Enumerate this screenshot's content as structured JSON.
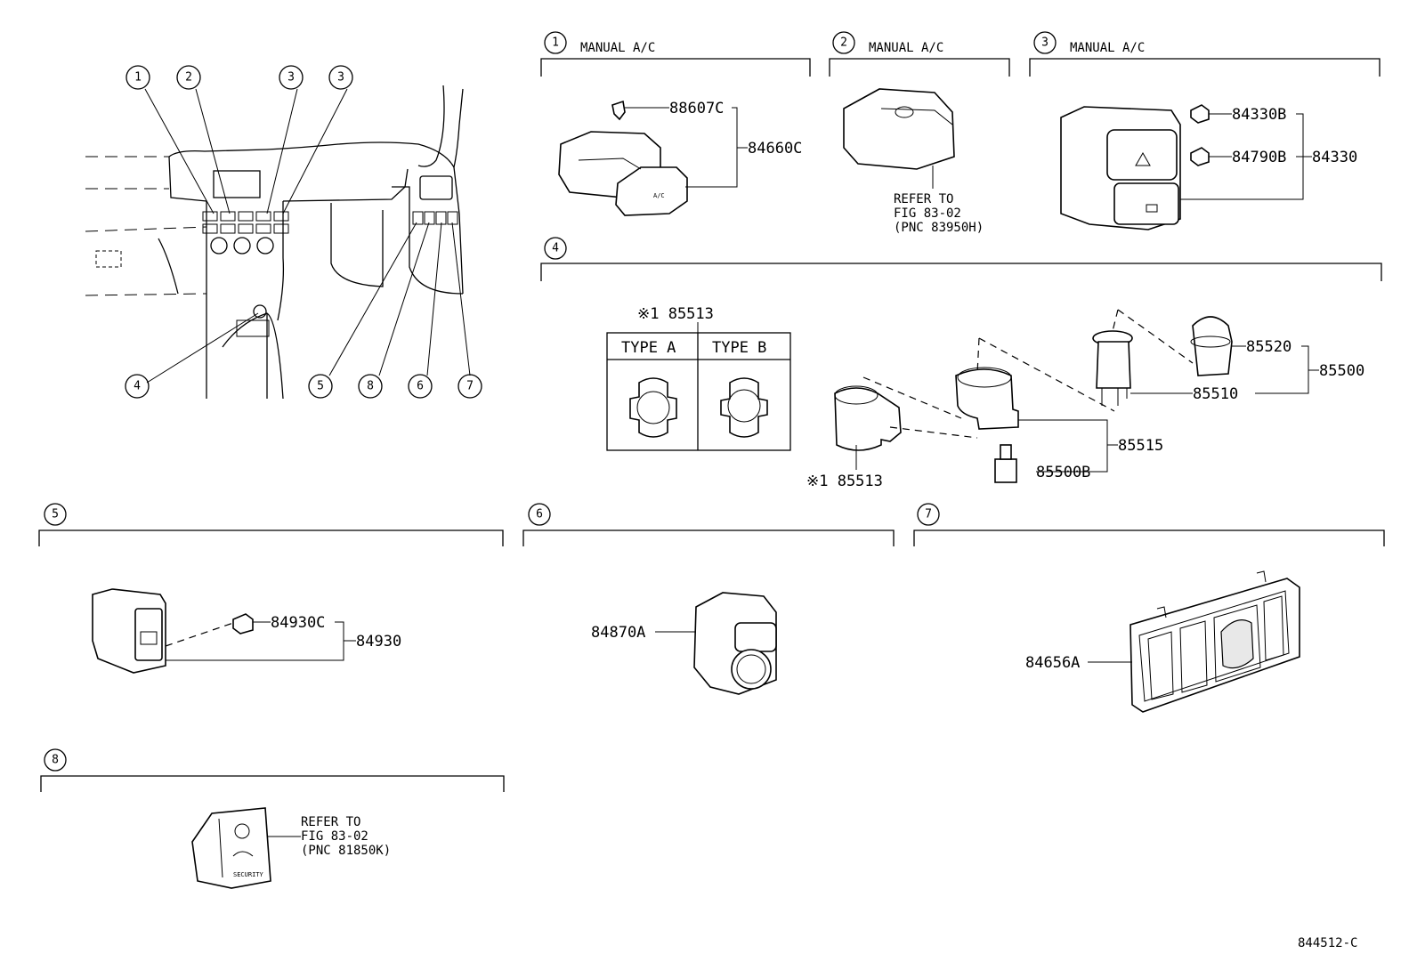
{
  "sections": [
    {
      "num": "1",
      "title": "MANUAL A/C"
    },
    {
      "num": "2",
      "title": "MANUAL A/C"
    },
    {
      "num": "3",
      "title": "MANUAL A/C"
    },
    {
      "num": "4",
      "title": ""
    },
    {
      "num": "5",
      "title": ""
    },
    {
      "num": "6",
      "title": ""
    },
    {
      "num": "7",
      "title": ""
    },
    {
      "num": "8",
      "title": ""
    }
  ],
  "overview_callouts": [
    "1",
    "2",
    "3",
    "3",
    "4",
    "5",
    "8",
    "6",
    "7"
  ],
  "parts": {
    "p88607C": "88607C",
    "p84660C": "84660C",
    "p84330B": "84330B",
    "p84790B": "84790B",
    "p84330": "84330",
    "p85513_top": "※1 85513",
    "p85513_bottom": "※1 85513",
    "p85520": "85520",
    "p85500": "85500",
    "p85510": "85510",
    "p85515": "85515",
    "p85500B": "85500B",
    "p84930C": "84930C",
    "p84930": "84930",
    "p84870A": "84870A",
    "p84656A": "84656A"
  },
  "type_table": {
    "type_a": "TYPE A",
    "type_b": "TYPE B"
  },
  "refer2": [
    "REFER TO",
    "FIG 83-02",
    "(PNC 83950H)"
  ],
  "refer8": [
    "REFER TO",
    "FIG 83-02",
    "(PNC 81850K)"
  ],
  "button_texts": {
    "ac": "A/C",
    "security": "SECURITY"
  },
  "figure_id": "844512-C"
}
